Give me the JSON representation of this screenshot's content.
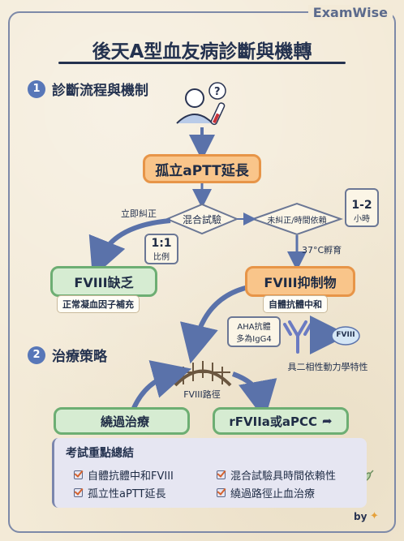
{
  "brand": "ExamWise",
  "title": "後天A型血友病診斷與機轉",
  "sections": [
    {
      "number": "1",
      "label": "診斷流程與機制"
    },
    {
      "number": "2",
      "label": "治療策略"
    }
  ],
  "flow": {
    "aptt": "孤立aPTT延長",
    "mixing": "混合試驗",
    "immediate": "立即糾正",
    "not_corrected": "未糾正/時間依賴",
    "ratio": "1:1",
    "ratio_sub": "比例",
    "time": "1-2",
    "time_sub": "小時",
    "incubate": "37°C孵育",
    "deficiency": "FVIII缺乏",
    "deficiency_sub": "正常凝血因子補充",
    "inhibitor": "FVIII抑制物",
    "inhibitor_sub": "自體抗體中和",
    "aha_line1": "AHA抗體",
    "aha_line2": "多為IgG4",
    "fviii_label": "FVIII",
    "kinetics": "具二相性動力學特性"
  },
  "treatment": {
    "path_label": "FVIII路徑",
    "bypass": "繞過治療",
    "rfviia": "rFVIIa或aPCC"
  },
  "summary": {
    "title": "考試重點總結",
    "items": [
      "自體抗體中和FVIII",
      "混合試驗具時間依賴性",
      "孤立性aPTT延長",
      "繞過路徑止血治療"
    ]
  },
  "footer": "by"
}
